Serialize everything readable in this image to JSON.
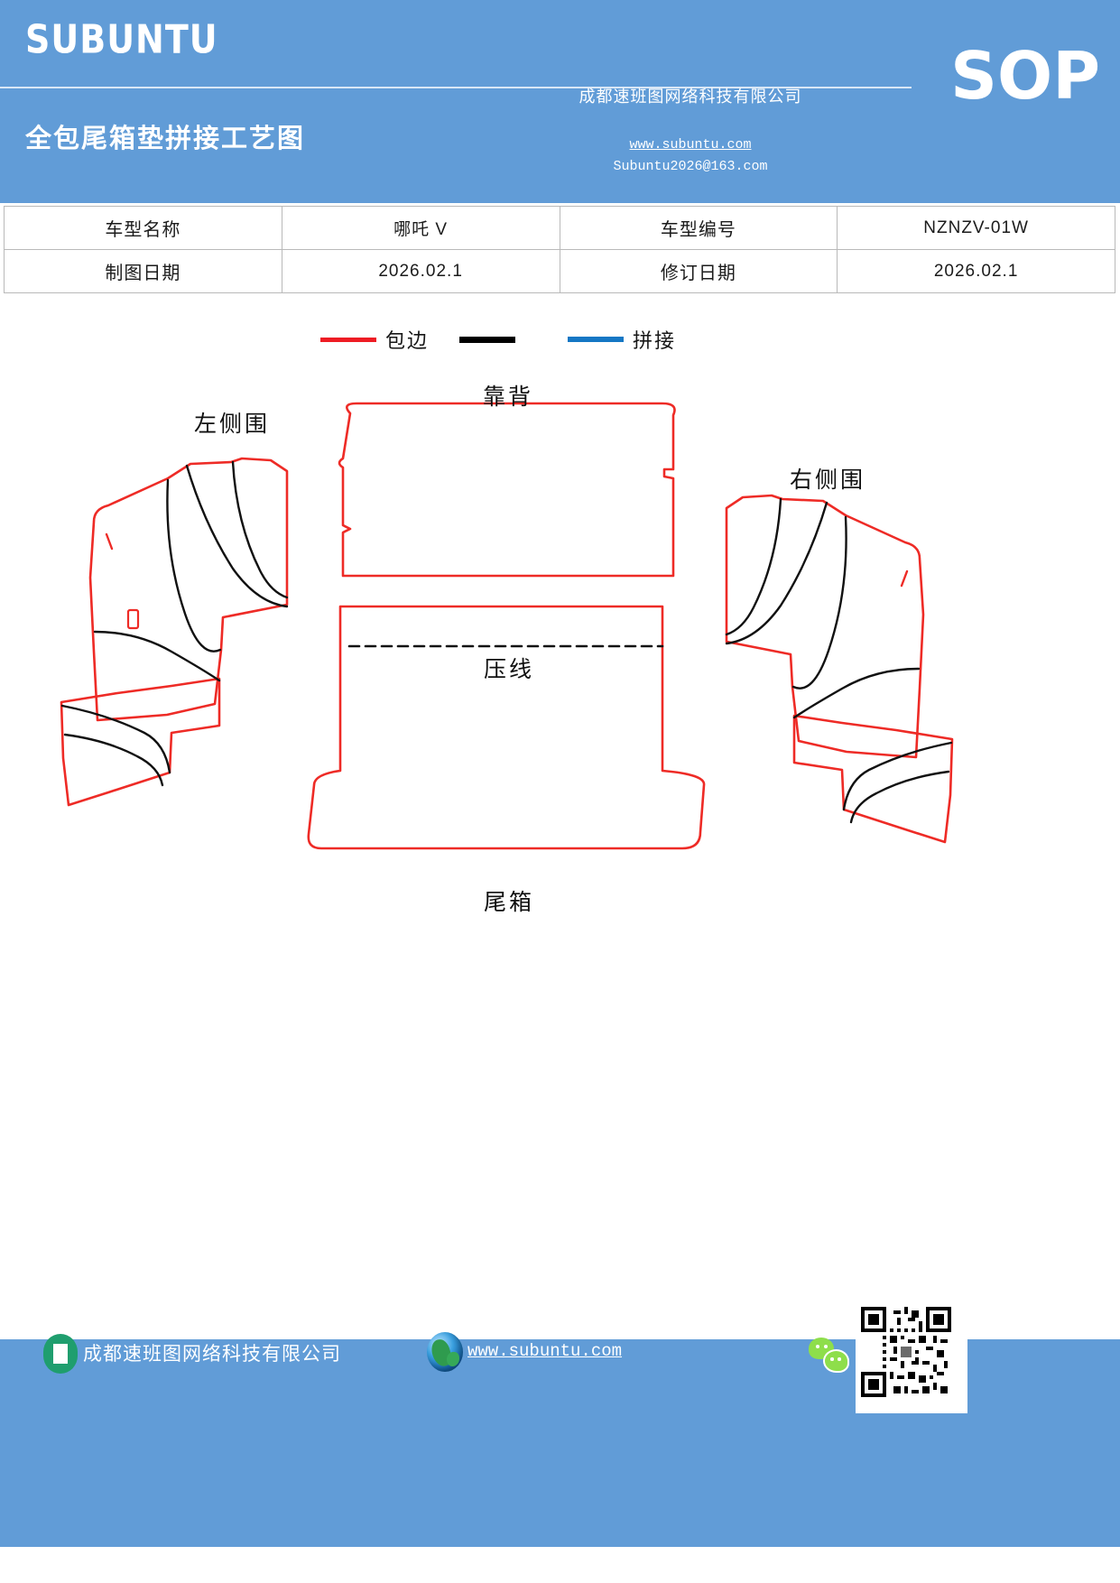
{
  "header": {
    "brand": "SUBUNTU",
    "sop": "SOP",
    "doc_title": "全包尾箱垫拼接工艺图",
    "company": "成都速班图网络科技有限公司",
    "website": "www.subuntu.com",
    "email": "Subuntu2026@163.com",
    "bg_color": "#619cd7"
  },
  "info_table": {
    "rows": [
      {
        "label1": "车型名称",
        "value1": "哪吒 V",
        "label2": "车型编号",
        "value2": "NZNZV-01W"
      },
      {
        "label1": "制图日期",
        "value1": "2026.02.1",
        "label2": "修订日期",
        "value2": "2026.02.1"
      }
    ]
  },
  "legend": {
    "items": [
      {
        "name": "binding",
        "label": "包边",
        "color": "#ee1c24"
      },
      {
        "name": "splice-black",
        "label": "",
        "color": "#000000"
      },
      {
        "name": "splice-blue",
        "label": "拼接",
        "color": "#1577c4"
      }
    ]
  },
  "drawing": {
    "labels": {
      "backrest": "靠背",
      "left_side": "左侧围",
      "right_side": "右侧围",
      "crease_line": "压线",
      "trunk": "尾箱"
    },
    "colors": {
      "binding": "#ee2b26",
      "splice": "#111111"
    }
  },
  "footer": {
    "company": "成都速班图网络科技有限公司",
    "website": "www.subuntu.com",
    "bg_color": "#619cd7"
  }
}
